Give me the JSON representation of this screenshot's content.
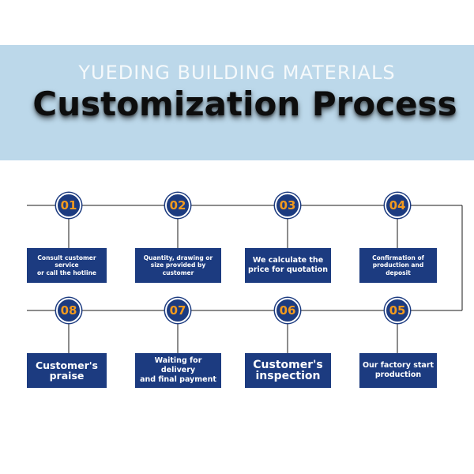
{
  "header": {
    "subtitle": "YUEDING BUILDING MATERIALS",
    "title": "Customization Process"
  },
  "colors": {
    "banner_bg": "#bcd8ea",
    "box_bg": "#1c3b80",
    "node_bg": "#1c3b80",
    "node_number": "#f39a1e",
    "connector": "#1a1a1a"
  },
  "steps": [
    {
      "number": "01",
      "text": "Consult customer service\nor call the hotline"
    },
    {
      "number": "02",
      "text": "Quantity, drawing or\nsize provided by customer"
    },
    {
      "number": "03",
      "text": "We calculate the\nprice for quotation"
    },
    {
      "number": "04",
      "text": "Confirmation of\nproduction and deposit"
    },
    {
      "number": "05",
      "text": "Our factory start\nproduction"
    },
    {
      "number": "06",
      "text": "Customer's\ninspection"
    },
    {
      "number": "07",
      "text": "Waiting for delivery\nand final payment"
    },
    {
      "number": "08",
      "text": "Customer's\npraise"
    }
  ]
}
